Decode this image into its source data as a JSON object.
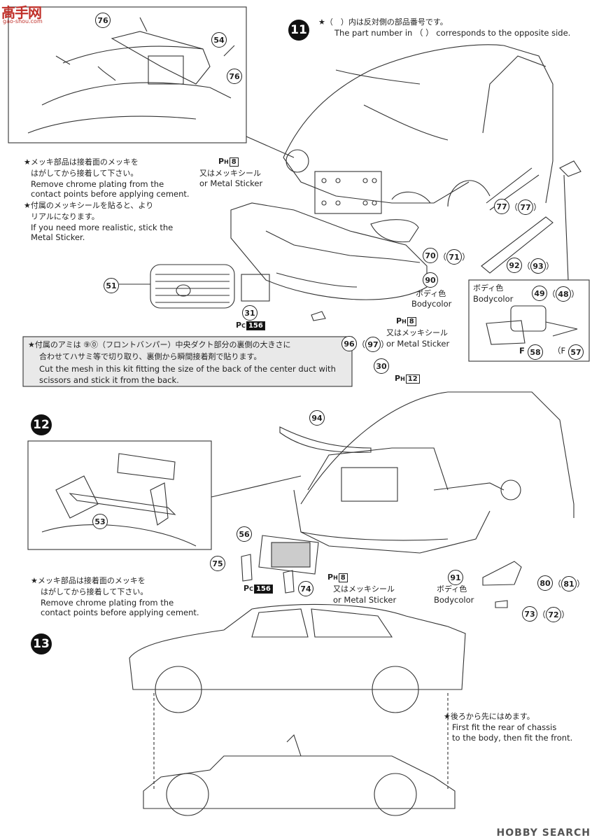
{
  "watermark": {
    "brand": "高手网",
    "site": "gao-shou.com"
  },
  "steps": [
    "11",
    "12",
    "13"
  ],
  "step11": {
    "note_opposite_jp": "★（　）内は反対側の部品番号です。",
    "note_opposite_en": "The part number in （ ） corresponds to the opposite side.",
    "chrome_note_jp1": "★メッキ部品は接着面のメッキを",
    "chrome_note_jp2": "はがしてから接着して下さい。",
    "chrome_note_en1": "Remove chrome plating from the",
    "chrome_note_en2": "contact points before applying cement.",
    "sticker_note_jp1": "★付属のメッキシールを貼ると、より",
    "sticker_note_jp2": "リアルになります。",
    "sticker_note_en1": "If you need more realistic, stick the",
    "sticker_note_en2": "Metal Sticker.",
    "ph8_label": "8",
    "or_sticker_jp": "又はメッキシール",
    "or_sticker_en": "or Metal Sticker",
    "bodycolor_jp": "ボディ色",
    "bodycolor_en": "Bodycolor",
    "mesh_note_jp1": "★付属のアミは ⑨⓪（フロントバンパー）中央ダクト部分の裏側の大きさに",
    "mesh_note_jp2": "合わせてハサミ等で切り取り、裏側から瞬間接着剤で貼ります。",
    "mesh_note_en1": "Cut the mesh in this kit fitting the size of the back of the center duct with",
    "mesh_note_en2": "scissors and stick it from the back.",
    "pc156": "156",
    "ph12": "12",
    "f_label": "F"
  },
  "step12": {
    "chrome_note_jp1": "★メッキ部品は接着面のメッキを",
    "chrome_note_jp2": "はがしてから接着して下さい。",
    "chrome_note_en1": "Remove chrome plating from the",
    "chrome_note_en2": "contact points before applying cement.",
    "or_sticker_jp": "又はメッキシール",
    "or_sticker_en": "or Metal Sticker",
    "bodycolor_jp": "ボディ色",
    "bodycolor_en": "Bodycolor",
    "ph8": "8",
    "pc156": "156"
  },
  "step13": {
    "fit_note_jp": "★後ろから先にはめます。",
    "fit_note_en1": "First fit the rear of chassis",
    "fit_note_en2": "to the body, then fit the front."
  },
  "part_numbers": {
    "p76a": "76",
    "p54": "54",
    "p76b": "76",
    "p51": "51",
    "p31": "31",
    "p70": "70",
    "p71": "71",
    "p90": "90",
    "p96": "96",
    "p97": "97",
    "p77a": "77",
    "p77b": "77",
    "p92": "92",
    "p93": "93",
    "p49": "49",
    "p48": "48",
    "p58": "58",
    "p57": "57",
    "p30": "30",
    "p94": "94",
    "p53": "53",
    "p56": "56",
    "p75": "75",
    "p74": "74",
    "p91": "91",
    "p80": "80",
    "p81": "81",
    "p73": "73",
    "p72": "72"
  },
  "footer": {
    "brand": "HOBBY SEARCH"
  }
}
